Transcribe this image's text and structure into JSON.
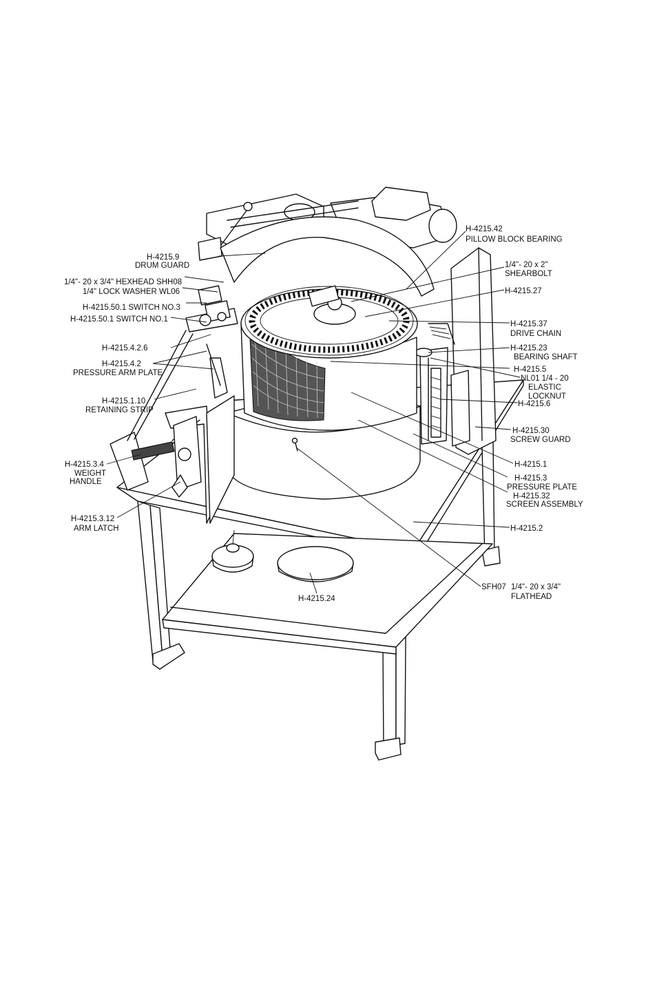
{
  "labels": {
    "pillow_block_part": "H-4215.42",
    "pillow_block_name": "PILLOW BLOCK BEARING",
    "drum_guard_part": "H-4215.9",
    "drum_guard_name": "DRUM GUARD",
    "hexhead": "1/4\"- 20 x 3/4\" HEXHEAD SHH08",
    "lock_washer": "1/4\" LOCK WASHER WL06",
    "switch3": "H-4215.50.1 SWITCH NO.3",
    "switch1": "H-4215.50.1 SWITCH NO.1",
    "shearbolt_size": "1/4\"- 20 x 2\"",
    "shearbolt_name": "SHEARBOLT",
    "part_27": "H-4215.27",
    "drive_chain_part": "H-4215.37",
    "drive_chain_name": "DRIVE CHAIN",
    "part_426": "H-4215.4.2.6",
    "part_42": "H-4215.4.2",
    "pressure_arm_plate": "PRESSURE ARM PLATE",
    "bearing_shaft_part": "H-4215.23",
    "bearing_shaft_name": "BEARING SHAFT",
    "part_5": "H-4215.5",
    "locknut_line1": "NL01 1/4 - 20",
    "locknut_line2": "ELASTIC",
    "locknut_line3": "LOCKNUT",
    "retaining_strip_part": "H-4215.1.10",
    "retaining_strip_name": "RETAINING STRIP",
    "part_6": "H-4215.6",
    "screw_guard_part": "H-4215.30",
    "screw_guard_name": "SCREW GUARD",
    "weight_handle_part": "H-4215.3.4",
    "weight_handle_line1": "WEIGHT",
    "weight_handle_line2": "HANDLE",
    "part_1": "H-4215.1",
    "pressure_plate_part": "H-4215.3",
    "pressure_plate_name": "PRESSURE PLATE",
    "screen_assembly_part": "H-4215.32",
    "screen_assembly_name": "SCREEN ASSEMBLY",
    "arm_latch_part": "H-4215.3.12",
    "arm_latch_name": "ARM LATCH",
    "part_2": "H-4215.2",
    "flathead_code": "SFH07",
    "flathead_size": "1/4\"- 20 x 3/4\"",
    "flathead_name": "FLATHEAD",
    "part_24": "H-4215.24"
  }
}
